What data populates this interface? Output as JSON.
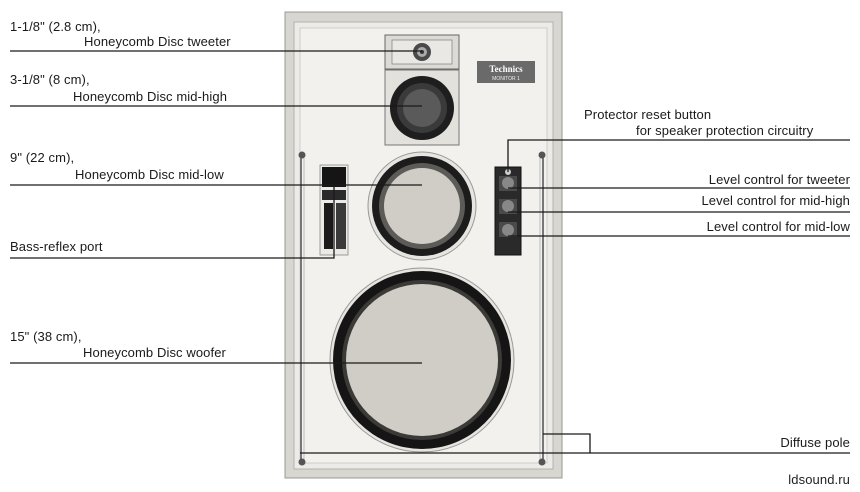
{
  "labels": {
    "tweeter_size": "1-1/8\" (2.8 cm),",
    "tweeter_name": "Honeycomb Disc tweeter",
    "midhigh_size": "3-1/8\" (8 cm),",
    "midhigh_name": "Honeycomb Disc mid-high",
    "midlow_size": "9\" (22 cm),",
    "midlow_name": "Honeycomb Disc mid-low",
    "bass_reflex": "Bass-reflex port",
    "woofer_size": "15\" (38 cm),",
    "woofer_name": "Honeycomb Disc woofer",
    "protector_line1": "Protector reset button",
    "protector_line2": "for speaker protection circuitry",
    "level_tweeter": "Level control for tweeter",
    "level_midhigh": "Level control for mid-high",
    "level_midlow": "Level control for mid-low",
    "diffuse_pole": "Diffuse pole"
  },
  "badge": {
    "brand": "Technics",
    "model": "MONITOR 1"
  },
  "source": "ldsound.ru",
  "colors": {
    "line": "#1a1a1a",
    "cabinet": "#ecebe8",
    "frame": "#d8d6d1",
    "driver_ring": "#202020",
    "cone": "#cfcdc6",
    "badge_bg": "#6a6a6a"
  }
}
